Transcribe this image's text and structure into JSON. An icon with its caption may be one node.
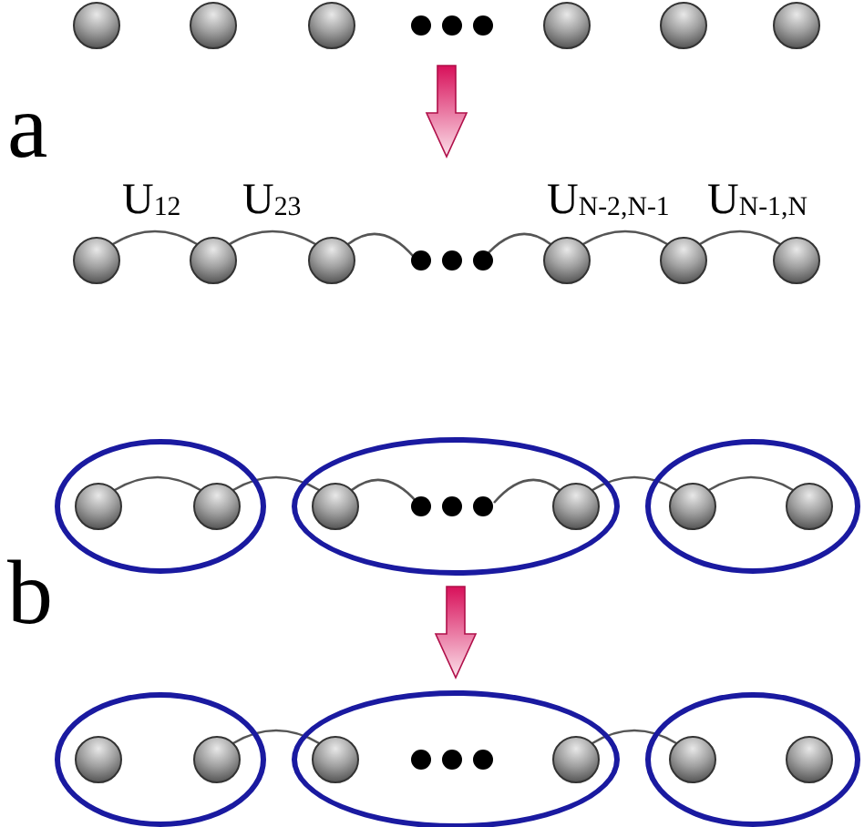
{
  "diagram": {
    "nodes": [
      {
        "text": [],
        "shape": "circle"
      },
      {
        "text": [],
        "shape": "circle"
      },
      {
        "text": [],
        "shape": "circle"
      },
      {
        "text": [],
        "shape": "circle"
      },
      {
        "text": [],
        "shape": "circle"
      },
      {
        "text": [],
        "shape": "circle"
      },
      {
        "text": [],
        "shape": "circle"
      },
      {
        "text": [],
        "shape": "circle"
      },
      {
        "text": [],
        "shape": "circle"
      },
      {
        "text": [],
        "shape": "circle"
      },
      {
        "text": [],
        "shape": "circle"
      },
      {
        "text": [],
        "shape": "circle"
      },
      {
        "text": [],
        "shape": "ellipse"
      },
      {
        "text": [],
        "shape": "circle",
        "in": 12
      },
      {
        "text": [],
        "shape": "circle",
        "in": 12
      },
      {
        "text": [],
        "shape": "ellipse"
      },
      {
        "text": [],
        "shape": "circle",
        "in": 15
      },
      {
        "text": [],
        "shape": "circle",
        "in": 15
      },
      {
        "text": [],
        "shape": "ellipse"
      },
      {
        "text": [],
        "shape": "circle",
        "in": 18
      },
      {
        "text": [],
        "shape": "circle",
        "in": 18
      },
      {
        "text": [],
        "shape": "ellipse"
      },
      {
        "text": [],
        "shape": "circle",
        "in": 21
      },
      {
        "text": [],
        "shape": "circle",
        "in": 21
      },
      {
        "text": [],
        "shape": "ellipse"
      },
      {
        "text": [],
        "shape": "circle",
        "in": 24
      },
      {
        "text": [],
        "shape": "circle",
        "in": 24
      },
      {
        "text": [],
        "shape": "ellipse"
      },
      {
        "text": [],
        "shape": "circle",
        "in": 27
      },
      {
        "text": [],
        "shape": "circle",
        "in": 27
      }
    ],
    "edges": [
      {
        "from": 6,
        "to": 7,
        "arrow": "none"
      },
      {
        "from": 7,
        "to": 8,
        "arrow": "none"
      },
      {
        "from": 8,
        "to": null,
        "arrow": "none"
      },
      {
        "from": null,
        "to": 9,
        "arrow": "none"
      },
      {
        "from": 9,
        "to": 10,
        "arrow": "none"
      },
      {
        "from": 10,
        "to": 11,
        "arrow": "none"
      },
      {
        "from": 13,
        "to": 14,
        "arrow": "none"
      },
      {
        "from": 14,
        "to": 16,
        "arrow": "none"
      },
      {
        "from": 16,
        "to": null,
        "arrow": "none"
      },
      {
        "from": null,
        "to": 17,
        "arrow": "none"
      },
      {
        "from": 17,
        "to": 19,
        "arrow": "none"
      },
      {
        "from": 19,
        "to": 20,
        "arrow": "none"
      },
      {
        "from": 23,
        "to": 25,
        "arrow": "none"
      },
      {
        "from": 26,
        "to": 28,
        "arrow": "none"
      }
    ],
    "labels": [
      "a",
      "U$_{12}$",
      "U$_{23}$",
      "U$_{N-2,N-1}$",
      "U$_{N-1,N}$",
      "b"
    ]
  }
}
